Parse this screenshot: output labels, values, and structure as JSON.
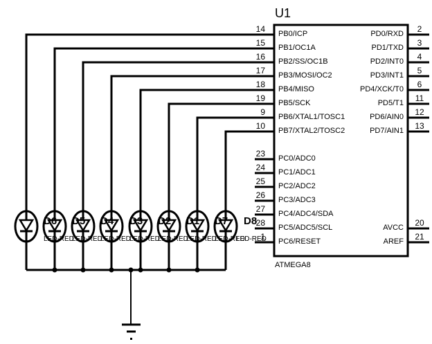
{
  "chip": {
    "ref": "U1",
    "part": "ATMEGA8",
    "left_pins": [
      {
        "num": "14",
        "label": "PB0/ICP"
      },
      {
        "num": "15",
        "label": "PB1/OC1A"
      },
      {
        "num": "16",
        "label": "PB2/SS/OC1B"
      },
      {
        "num": "17",
        "label": "PB3/MOSI/OC2"
      },
      {
        "num": "18",
        "label": "PB4/MISO"
      },
      {
        "num": "19",
        "label": "PB5/SCK"
      },
      {
        "num": "9",
        "label": "PB6/XTAL1/TOSC1"
      },
      {
        "num": "10",
        "label": "PB7/XTAL2/TOSC2"
      },
      {
        "num": "23",
        "label": "PC0/ADC0"
      },
      {
        "num": "24",
        "label": "PC1/ADC1"
      },
      {
        "num": "25",
        "label": "PC2/ADC2"
      },
      {
        "num": "26",
        "label": "PC3/ADC3"
      },
      {
        "num": "27",
        "label": "PC4/ADC4/SDA"
      },
      {
        "num": "28",
        "label": "PC5/ADC5/SCL"
      },
      {
        "num": "1",
        "label": "PC6/RESET"
      }
    ],
    "right_pins": [
      {
        "num": "2",
        "label": "PD0/RXD"
      },
      {
        "num": "3",
        "label": "PD1/TXD"
      },
      {
        "num": "4",
        "label": "PD2/INT0"
      },
      {
        "num": "5",
        "label": "PD3/INT1"
      },
      {
        "num": "6",
        "label": "PD4/XCK/T0"
      },
      {
        "num": "11",
        "label": "PD5/T1"
      },
      {
        "num": "12",
        "label": "PD6/AIN0"
      },
      {
        "num": "13",
        "label": "PD7/AIN1"
      },
      {
        "num": "20",
        "label": "AVCC"
      },
      {
        "num": "21",
        "label": "AREF"
      }
    ]
  },
  "leds": [
    {
      "ref": "D8",
      "value": "LED-RED"
    },
    {
      "ref": "D6",
      "value": "LED-RED"
    },
    {
      "ref": "D5",
      "value": "LED-RED"
    },
    {
      "ref": "D4",
      "value": "LED-RED"
    },
    {
      "ref": "D3",
      "value": "LED-RED"
    },
    {
      "ref": "D2",
      "value": "LED-RED"
    },
    {
      "ref": "D1",
      "value": "LED-RED"
    },
    {
      "ref": "D7",
      "value": "LED-RED"
    }
  ],
  "ground": {
    "symbol": "ground-icon"
  }
}
